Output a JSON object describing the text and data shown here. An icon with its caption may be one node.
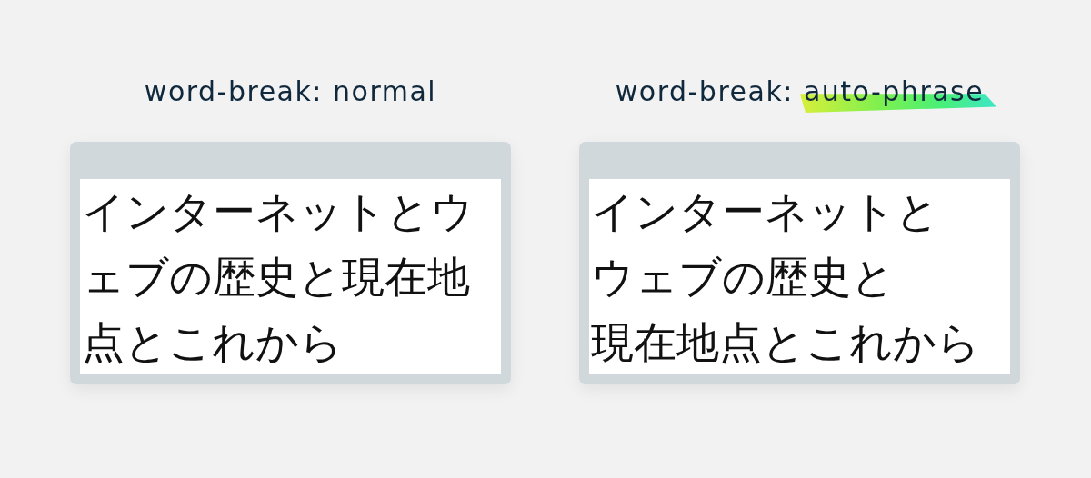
{
  "diagram": {
    "nodes": [
      {
        "text": [
          "word-break: normal"
        ]
      },
      {
        "text": [
          "インターネットとウェブの歴史と現在地点とこれから"
        ],
        "in": 0
      },
      {
        "text": [
          "word-break: auto-phrase"
        ]
      },
      {
        "text": [
          "インターネットとウェブの歴史と現在地点とこれから"
        ],
        "in": 2
      }
    ],
    "edges": []
  }
}
